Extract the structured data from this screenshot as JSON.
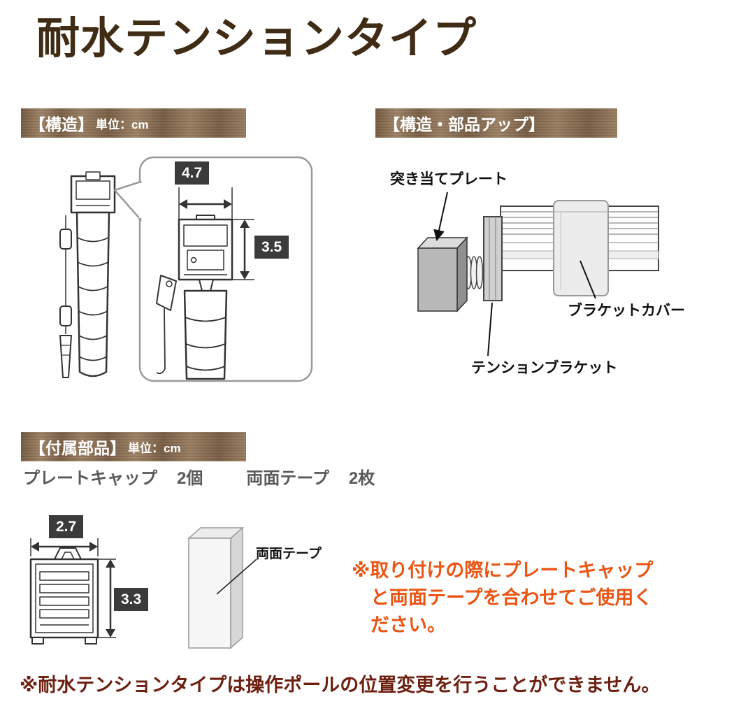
{
  "title": "耐水テンションタイプ",
  "colors": {
    "title_brown": "#402b15",
    "wood_bar": "#8a6e52",
    "dimension_badge": "#3b3b3b",
    "note_orange": "#ea5514",
    "footer_maroon": "#6d1f10"
  },
  "structure_section": {
    "heading": "【構造】",
    "unit": "単位：cm",
    "dimensions": {
      "width_cm": "4.7",
      "height_cm": "3.5"
    }
  },
  "parts_section": {
    "heading": "【構造・部品アップ】",
    "labels": {
      "abutment_plate": "突き当てプレート",
      "bracket_cover": "ブラケットカバー",
      "tension_bracket": "テンションブラケット"
    }
  },
  "accessories_section": {
    "heading": "【付属部品】",
    "unit": "単位：cm",
    "items": [
      {
        "name": "プレートキャップ",
        "qty": "2個"
      },
      {
        "name": "両面テープ",
        "qty": "2枚"
      }
    ],
    "cap_dimensions": {
      "width_cm": "2.7",
      "height_cm": "3.3"
    },
    "tape_label": "両面テープ",
    "usage_note_lines": [
      "※取り付けの際にプレートキャップ",
      "と両面テープを合わせてご使用く",
      "ださい。"
    ]
  },
  "footer_note": "※耐水テンションタイプは操作ポールの位置変更を行うことができません。"
}
